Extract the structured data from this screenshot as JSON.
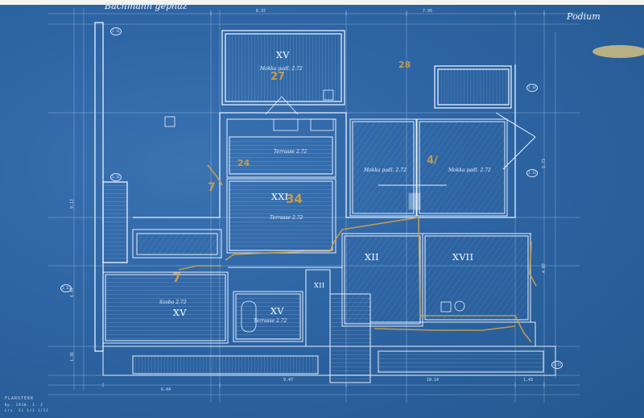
{
  "sheet": {
    "title_left": "Bachmann géphaz",
    "title_right": "Podium",
    "stamp": "FLARSTEKK",
    "stamp_small_1": "Bp. 1940. 3. 2",
    "stamp_small_2": "Lrs. 21 1/1 1/12"
  },
  "rooms": [
    {
      "id": "XV-top",
      "numeral": "XV",
      "caption": "Mokka  padl. 2.72"
    },
    {
      "id": "XXI",
      "numeral": "XXI",
      "caption": "Terrasse  2.72"
    },
    {
      "id": "terrace-upper",
      "numeral": "",
      "caption": "Terrasse  2.72"
    },
    {
      "id": "mokko-left",
      "numeral": "",
      "caption": "Mokka  padl. 2.72"
    },
    {
      "id": "mokko-right",
      "numeral": "",
      "caption": "Mokka  padl. 2.72"
    },
    {
      "id": "XII",
      "numeral": "XII",
      "caption": ""
    },
    {
      "id": "XVII",
      "numeral": "XVII",
      "caption": ""
    },
    {
      "id": "XV-bottom",
      "numeral": "XV",
      "caption": "Szoba  2.72"
    },
    {
      "id": "XV-small",
      "numeral": "XV",
      "caption": "Terrasse  2.72"
    },
    {
      "id": "XII-small",
      "numeral": "XII",
      "caption": ""
    }
  ],
  "pencil_notes": {
    "n1": "27",
    "n2": "4/",
    "n3": "34",
    "n4": "7",
    "n5": "7",
    "n6": "24",
    "n7": "28"
  },
  "dimensions": {
    "top_1": "6.37",
    "top_2": "7.95",
    "bottom_1": "6.44",
    "bottom_2": "9.47",
    "bottom_3": "10.14",
    "bottom_4": "1.43",
    "left_1": "9.17",
    "left_2": "6.47",
    "left_3": "1.36",
    "right_1": "5.73",
    "right_2": "4.07"
  },
  "markers": {
    "m1": "2.11",
    "m2": "2.12",
    "m3": "2.14",
    "m4": "2.13",
    "m5": "2.11",
    "m6": "2.12"
  }
}
